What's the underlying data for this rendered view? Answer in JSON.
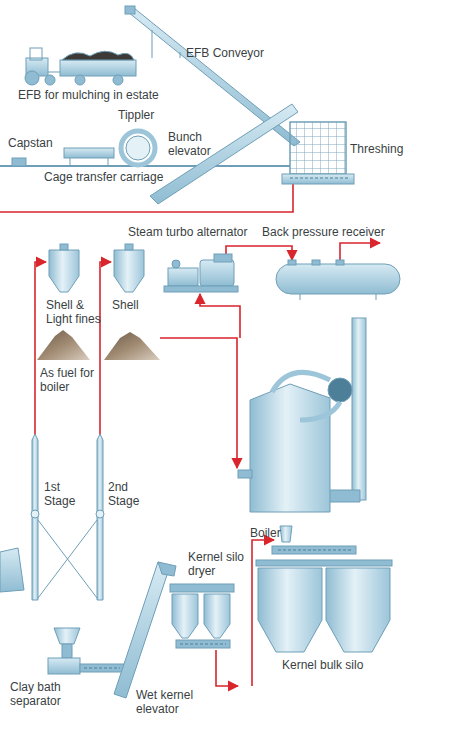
{
  "diagram": {
    "labels": [
      "EFB Conveyor",
      "EFB for mulching in estate",
      "Capstan",
      "Tippler",
      "Bunch elevator",
      "Threshing",
      "Cage transfer carriage",
      "Steam turbo alternator",
      "Back pressure receiver",
      "Shell & Light fines",
      "Shell",
      "As fuel for boiler",
      "1st Stage",
      "2nd Stage",
      "Boiler",
      "Kernel silo dryer",
      "Clay bath separator",
      "Wet kernel elevator",
      "Kernel bulk silo"
    ]
  }
}
